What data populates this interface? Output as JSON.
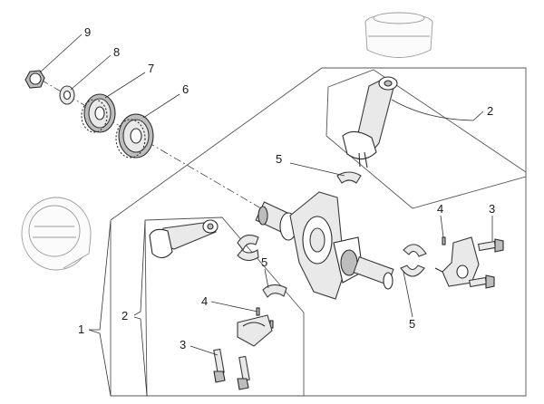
{
  "callouts": {
    "c9": "9",
    "c8": "8",
    "c7": "7",
    "c6": "6",
    "c2_top": "2",
    "c5_top": "5",
    "c4_right": "4",
    "c3_right": "3",
    "c5_mid": "5",
    "c5_right": "5",
    "c4_left": "4",
    "c2_left": "2",
    "c1": "1",
    "c3_left": "3"
  }
}
